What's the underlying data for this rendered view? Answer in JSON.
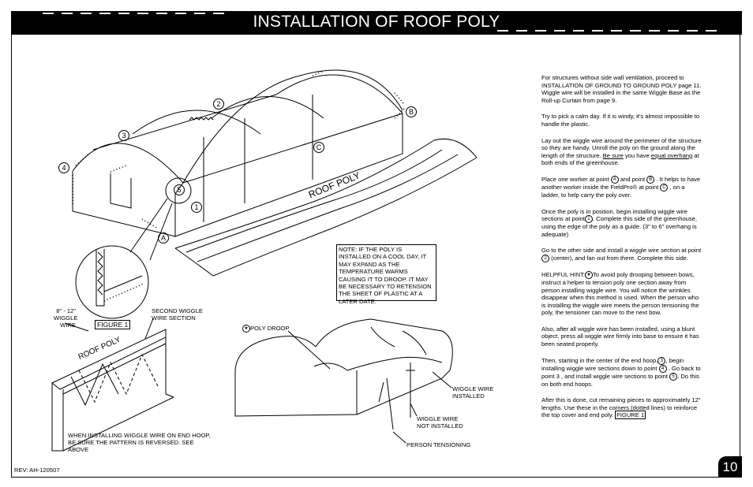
{
  "header": {
    "title": "INSTALLATION OF ROOF POLY"
  },
  "instructions": {
    "p1": "For structures without side wall ventilation, proceed to INSTALLATION OF GROUND TO GROUND POLY page 11.  Wiggle wire will be installed in the same Wiggle Base as the Roll-up Curtain from page 9.",
    "p2": "Try to pick a calm day. If it is windy, it's almost impossible to handle the plastic.",
    "p3a": "Lay out the wiggle wire around the perimeter of the structure so they are handy. Unroll the poly on the ground along the length of the structure.  ",
    "p3b": "Be sure",
    "p3c": " you have ",
    "p3d": "equal overhang",
    "p3e": " at both ends of the greenhouse.",
    "p4a": "Place one worker at point ",
    "p4b": " and point ",
    "p4c": " .  It helps to have another worker inside the FieldPro® at point ",
    "p4d": " , on a ladder, to help carry the poly over.",
    "p5a": "Once the poly is in position, begin installing wiggle wire sections at point",
    "p5b": ". Complete this side of the greenhouse, using the edge of the poly as a guide. (3\" to 6\" overhang is adequate)",
    "p6a": "Go to the other side and install a wiggle wire section at point ",
    "p6b": " (center),  and fan out from there. Complete this side.",
    "p7a": "HELPFUL HINT:",
    "p7b": "To avoid poly drooping between bows, instruct a helper to tension poly one section away from person installing wiggle wire.  You will notice the wrinkles disappear when this method is used. When the person who is installing the wiggle wire meets the person tensioning the poly, the tensioner can move to the next bow.",
    "p8": "Also, after all wiggle wire has been installed, using a blunt object, press all wiggle wire firmly into base to ensure it has been seated properly.",
    "p9a": "Then, starting in the center of the end hoop,",
    "p9b": ",  begin installing wiggle wire sections down to point ",
    "p9c": " .  Go back to point 3 , and install wiggle wire sections to point ",
    "p9d": ".  Do this on both end hoops.",
    "p10a": "After this is done, cut remaining pieces to approximately 12\" lengths.  Use these in the corners (dotted lines) to reinforce the top cover and end poly. ",
    "p10b": "FIGURE 1"
  },
  "points": {
    "a": "A",
    "b": "B",
    "c": "C",
    "n1": "1",
    "n2": "2",
    "n3": "3",
    "n4": "4",
    "n5": "5",
    "star": "★"
  },
  "note": "NOTE: IF THE POLY IS INSTALLED ON A COOL DAY, IT MAY EXPAND AS THE TEMPERATURE WARMS CAUSING IT TO DROOP.  IT MAY BE NECESSARY TO RETENSION THE SHEET OF PLASTIC AT A LATER DATE.",
  "labels": {
    "roof_poly_large": "ROOF POLY",
    "roof_poly_small": "ROOF POLY",
    "wiggle_size": "8\" - 12\"",
    "wiggle": "WIGGLE",
    "wire": "WIRE",
    "second_wiggle": "SECOND WIGGLE",
    "wire_section": "WIRE SECTION",
    "figure1": "FIGURE 1",
    "end_hoop_note": "WHEN INSTALLING WIGGLE WIRE ON END HOOP, BE SURE THE PATTERN IS REVERSED.  SEE ABOVE",
    "poly_droop": "POLY DROOP",
    "wiggle_installed_1": "WIGGLE WIRE",
    "wiggle_installed_2": "INSTALLED",
    "wiggle_not_1": "WIGGLE WIRE",
    "wiggle_not_2": "NOT INSTALLED",
    "person_tensioning": "PERSON TENSIONING"
  },
  "footer": {
    "rev": "REV: AH-120507",
    "page": "10"
  }
}
